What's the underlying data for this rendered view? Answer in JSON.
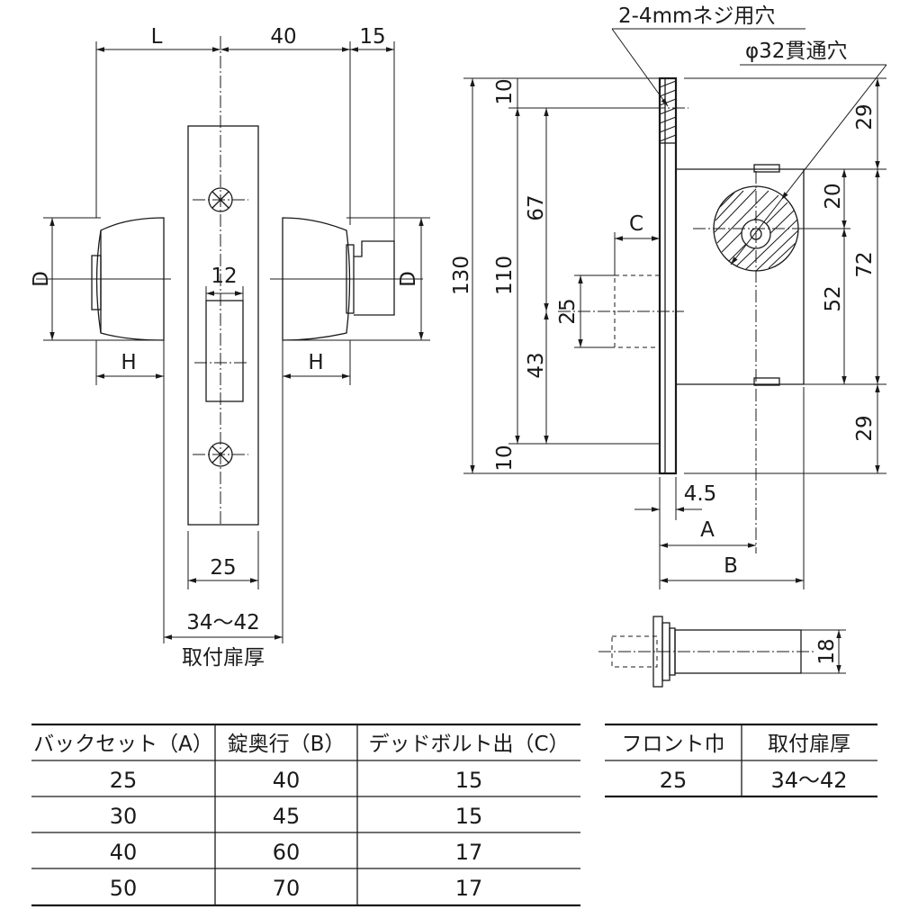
{
  "labels": {
    "L": "L",
    "d40_top": "40",
    "d15_top": "15",
    "D_left": "D",
    "D_right": "D",
    "H_left": "H",
    "H_right": "H",
    "d12": "12",
    "d25_front": "25",
    "door_range": "34～42",
    "door_thickness": "取付扉厚",
    "screw_hole": "2-4mmネジ用穴",
    "through_hole": "φ32貫通穴",
    "d130": "130",
    "d110": "110",
    "d10_top": "10",
    "d10_bottom": "10",
    "d67": "67",
    "d43": "43",
    "d25_side": "25",
    "C": "C",
    "d4_5": "4.5",
    "A": "A",
    "B": "B",
    "d29_top": "29",
    "d20": "20",
    "d72": "72",
    "d52": "52",
    "d29_bottom": "29",
    "d18": "18"
  },
  "table_main": {
    "headers": [
      "バックセット（A）",
      "錠奥行（B）",
      "デッドボルト出（C）"
    ],
    "rows": [
      [
        "25",
        "40",
        "15"
      ],
      [
        "30",
        "45",
        "15"
      ],
      [
        "40",
        "60",
        "17"
      ],
      [
        "50",
        "70",
        "17"
      ]
    ]
  },
  "table_front": {
    "headers": [
      "フロント巾",
      "取付扉厚"
    ],
    "rows": [
      [
        "25",
        "34～42"
      ]
    ]
  }
}
